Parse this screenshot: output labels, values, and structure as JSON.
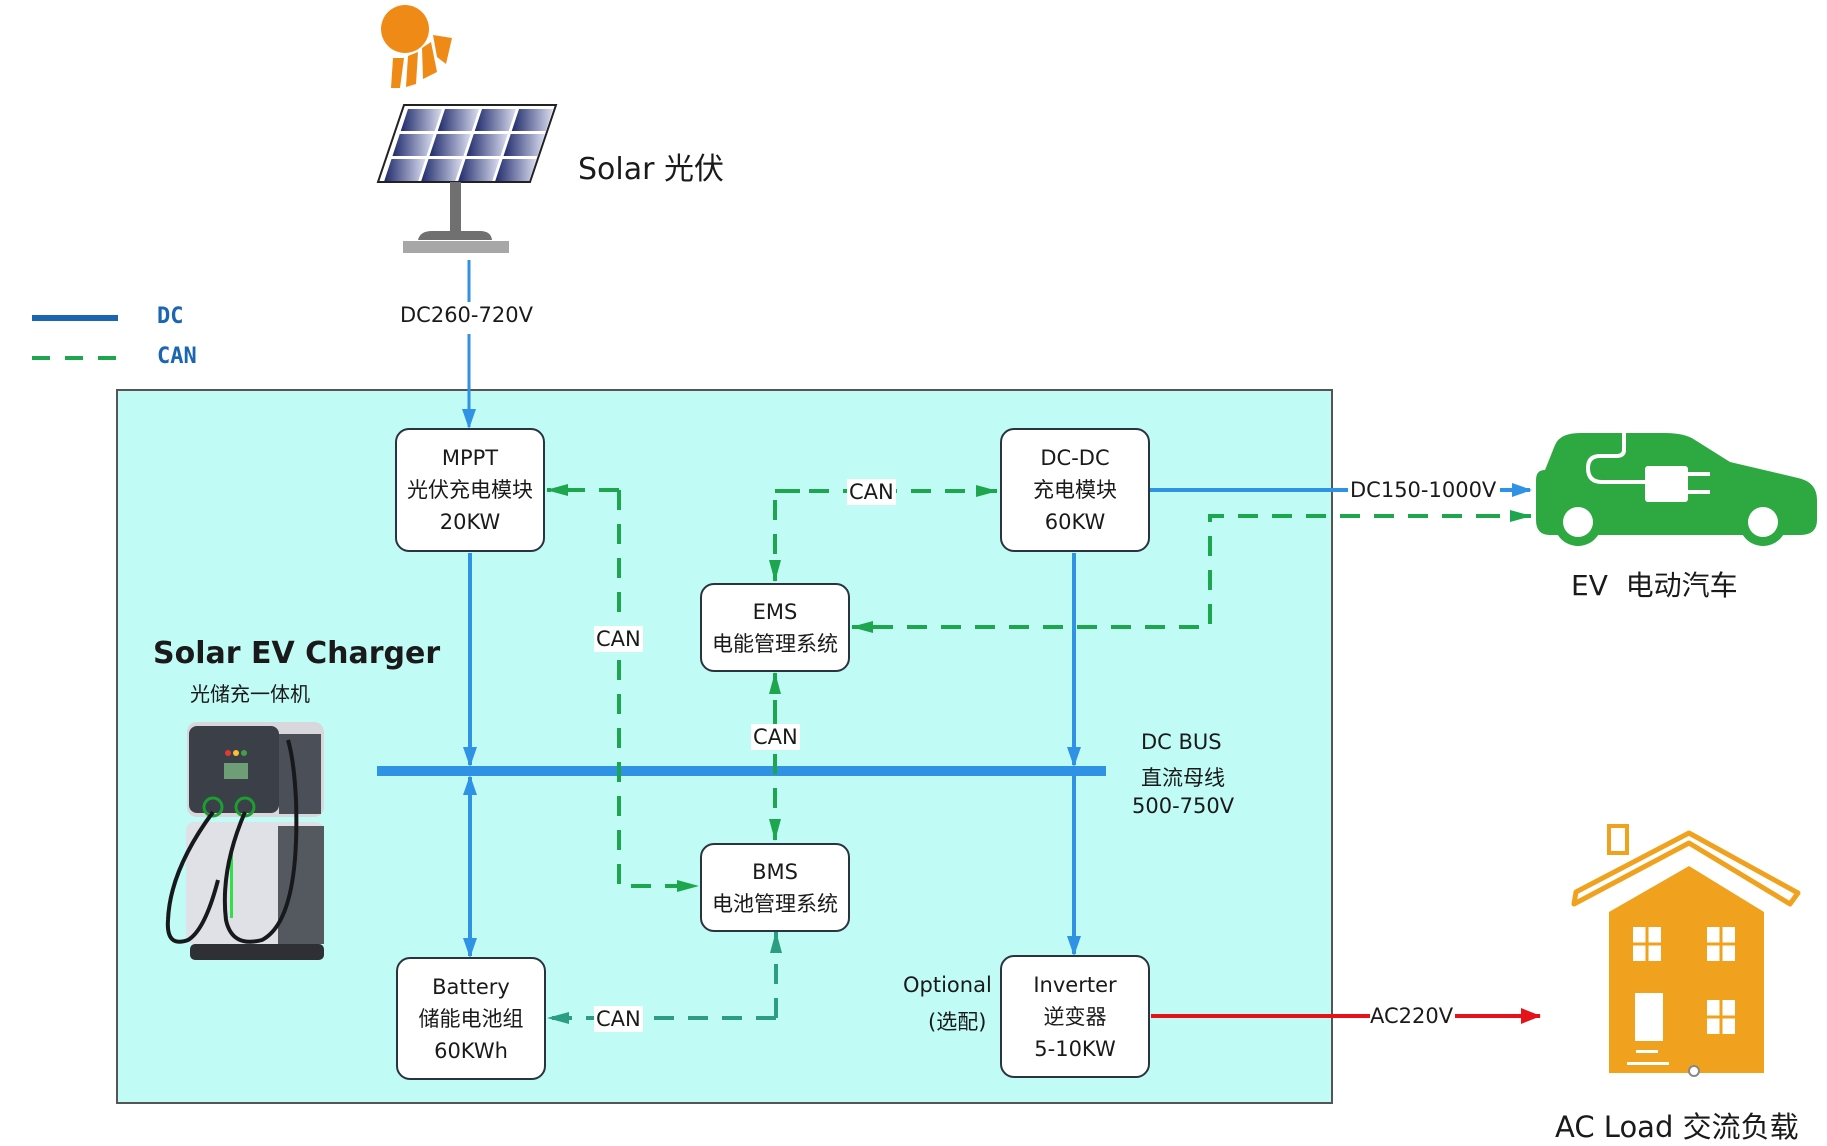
{
  "legend": {
    "dc_label": "DC",
    "can_label": "CAN"
  },
  "colors": {
    "dc": "#2f92e4",
    "can": "#1ea64e",
    "ac": "#e5121a",
    "enclosure_fill": "#c0fbf6",
    "sun": "#f08a17",
    "car": "#2ea840",
    "house": "#f0a21e"
  },
  "solar": {
    "label": "Solar 光伏",
    "voltage_label": "DC260-720V"
  },
  "product": {
    "title": "Solar EV Charger",
    "subtitle": "光储充一体机"
  },
  "nodes": {
    "mppt": {
      "line1": "MPPT",
      "line2": "光伏充电模块",
      "line3": "20KW"
    },
    "dcdc": {
      "line1": "DC-DC",
      "line2": "充电模块",
      "line3": "60KW"
    },
    "ems": {
      "line1": "EMS",
      "line2": "电能管理系统"
    },
    "bms": {
      "line1": "BMS",
      "line2": "电池管理系统"
    },
    "battery": {
      "line1": "Battery",
      "line2": "储能电池组",
      "line3": "60KWh"
    },
    "inverter": {
      "line1": "Inverter",
      "line2": "逆变器",
      "line3": "5-10KW"
    }
  },
  "dc_bus": {
    "line1": "DC BUS",
    "line2": "直流母线",
    "line3": "500-750V"
  },
  "optional": {
    "line1": "Optional",
    "line2": "(选配)"
  },
  "can_labels": {
    "mppt_bms": "CAN",
    "ems_dcdc": "CAN",
    "ems_bms": "CAN",
    "bms_battery": "CAN"
  },
  "ev": {
    "voltage_label": "DC150-1000V",
    "label": "EV  电动汽车"
  },
  "ac_load": {
    "voltage_label": "AC220V",
    "label": "AC Load 交流负载"
  }
}
